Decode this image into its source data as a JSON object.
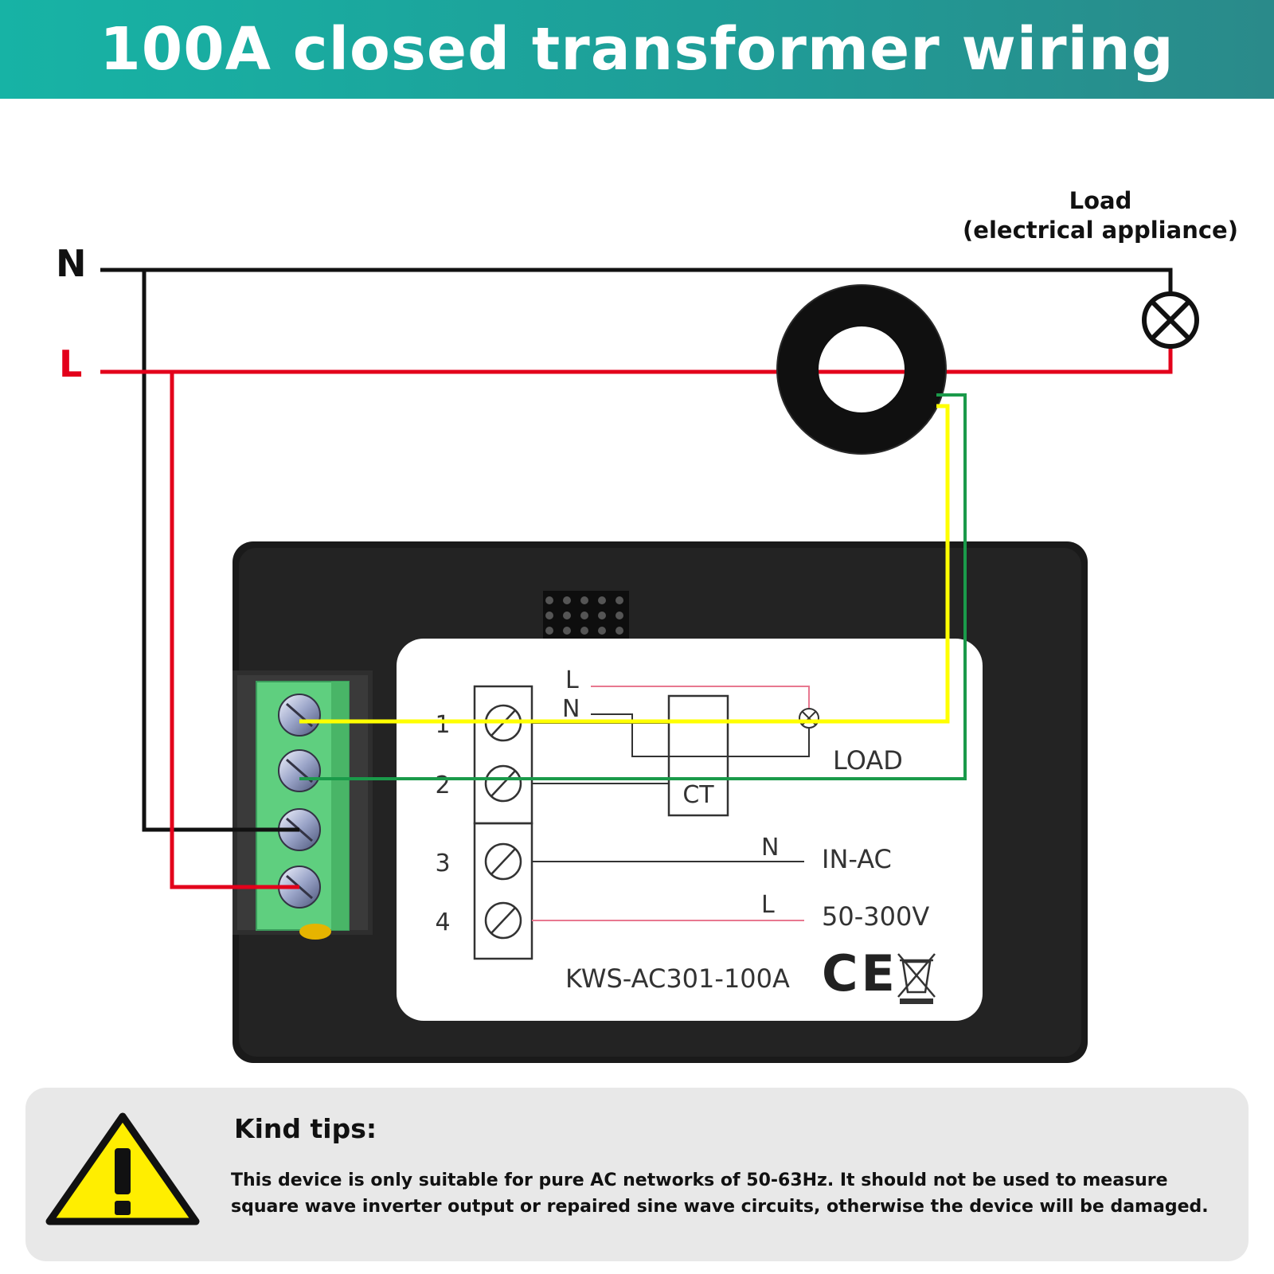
{
  "header": {
    "title": "100A closed transformer wiring"
  },
  "supply": {
    "neutral_label": "N",
    "line_label": "L"
  },
  "load": {
    "title_line1": "Load",
    "title_line2": "(electrical appliance)"
  },
  "label_sticker": {
    "mini_l": "L",
    "mini_n": "N",
    "terminals": [
      "1",
      "2",
      "3",
      "4"
    ],
    "load_text": "LOAD",
    "ct_text": "CT",
    "n_text": "N",
    "l_text": "L",
    "in_ac": "IN-AC",
    "voltage": "50-300V",
    "model": "KWS-AC301-100A",
    "ce_mark": "CE"
  },
  "tips": {
    "title": "Kind tips:",
    "text": "This device is only suitable for pure AC networks of 50-63Hz. It should not be used to measure square wave inverter output or repaired sine wave circuits, otherwise the device will be damaged."
  },
  "colors": {
    "header_teal": "#1aab9f",
    "wire_black": "#111111",
    "wire_red": "#e3001b",
    "wire_yellow": "#ffff00",
    "wire_green": "#1a9a4a",
    "terminal_block": "#5fcf7f",
    "warning_yellow": "#ffee00"
  }
}
